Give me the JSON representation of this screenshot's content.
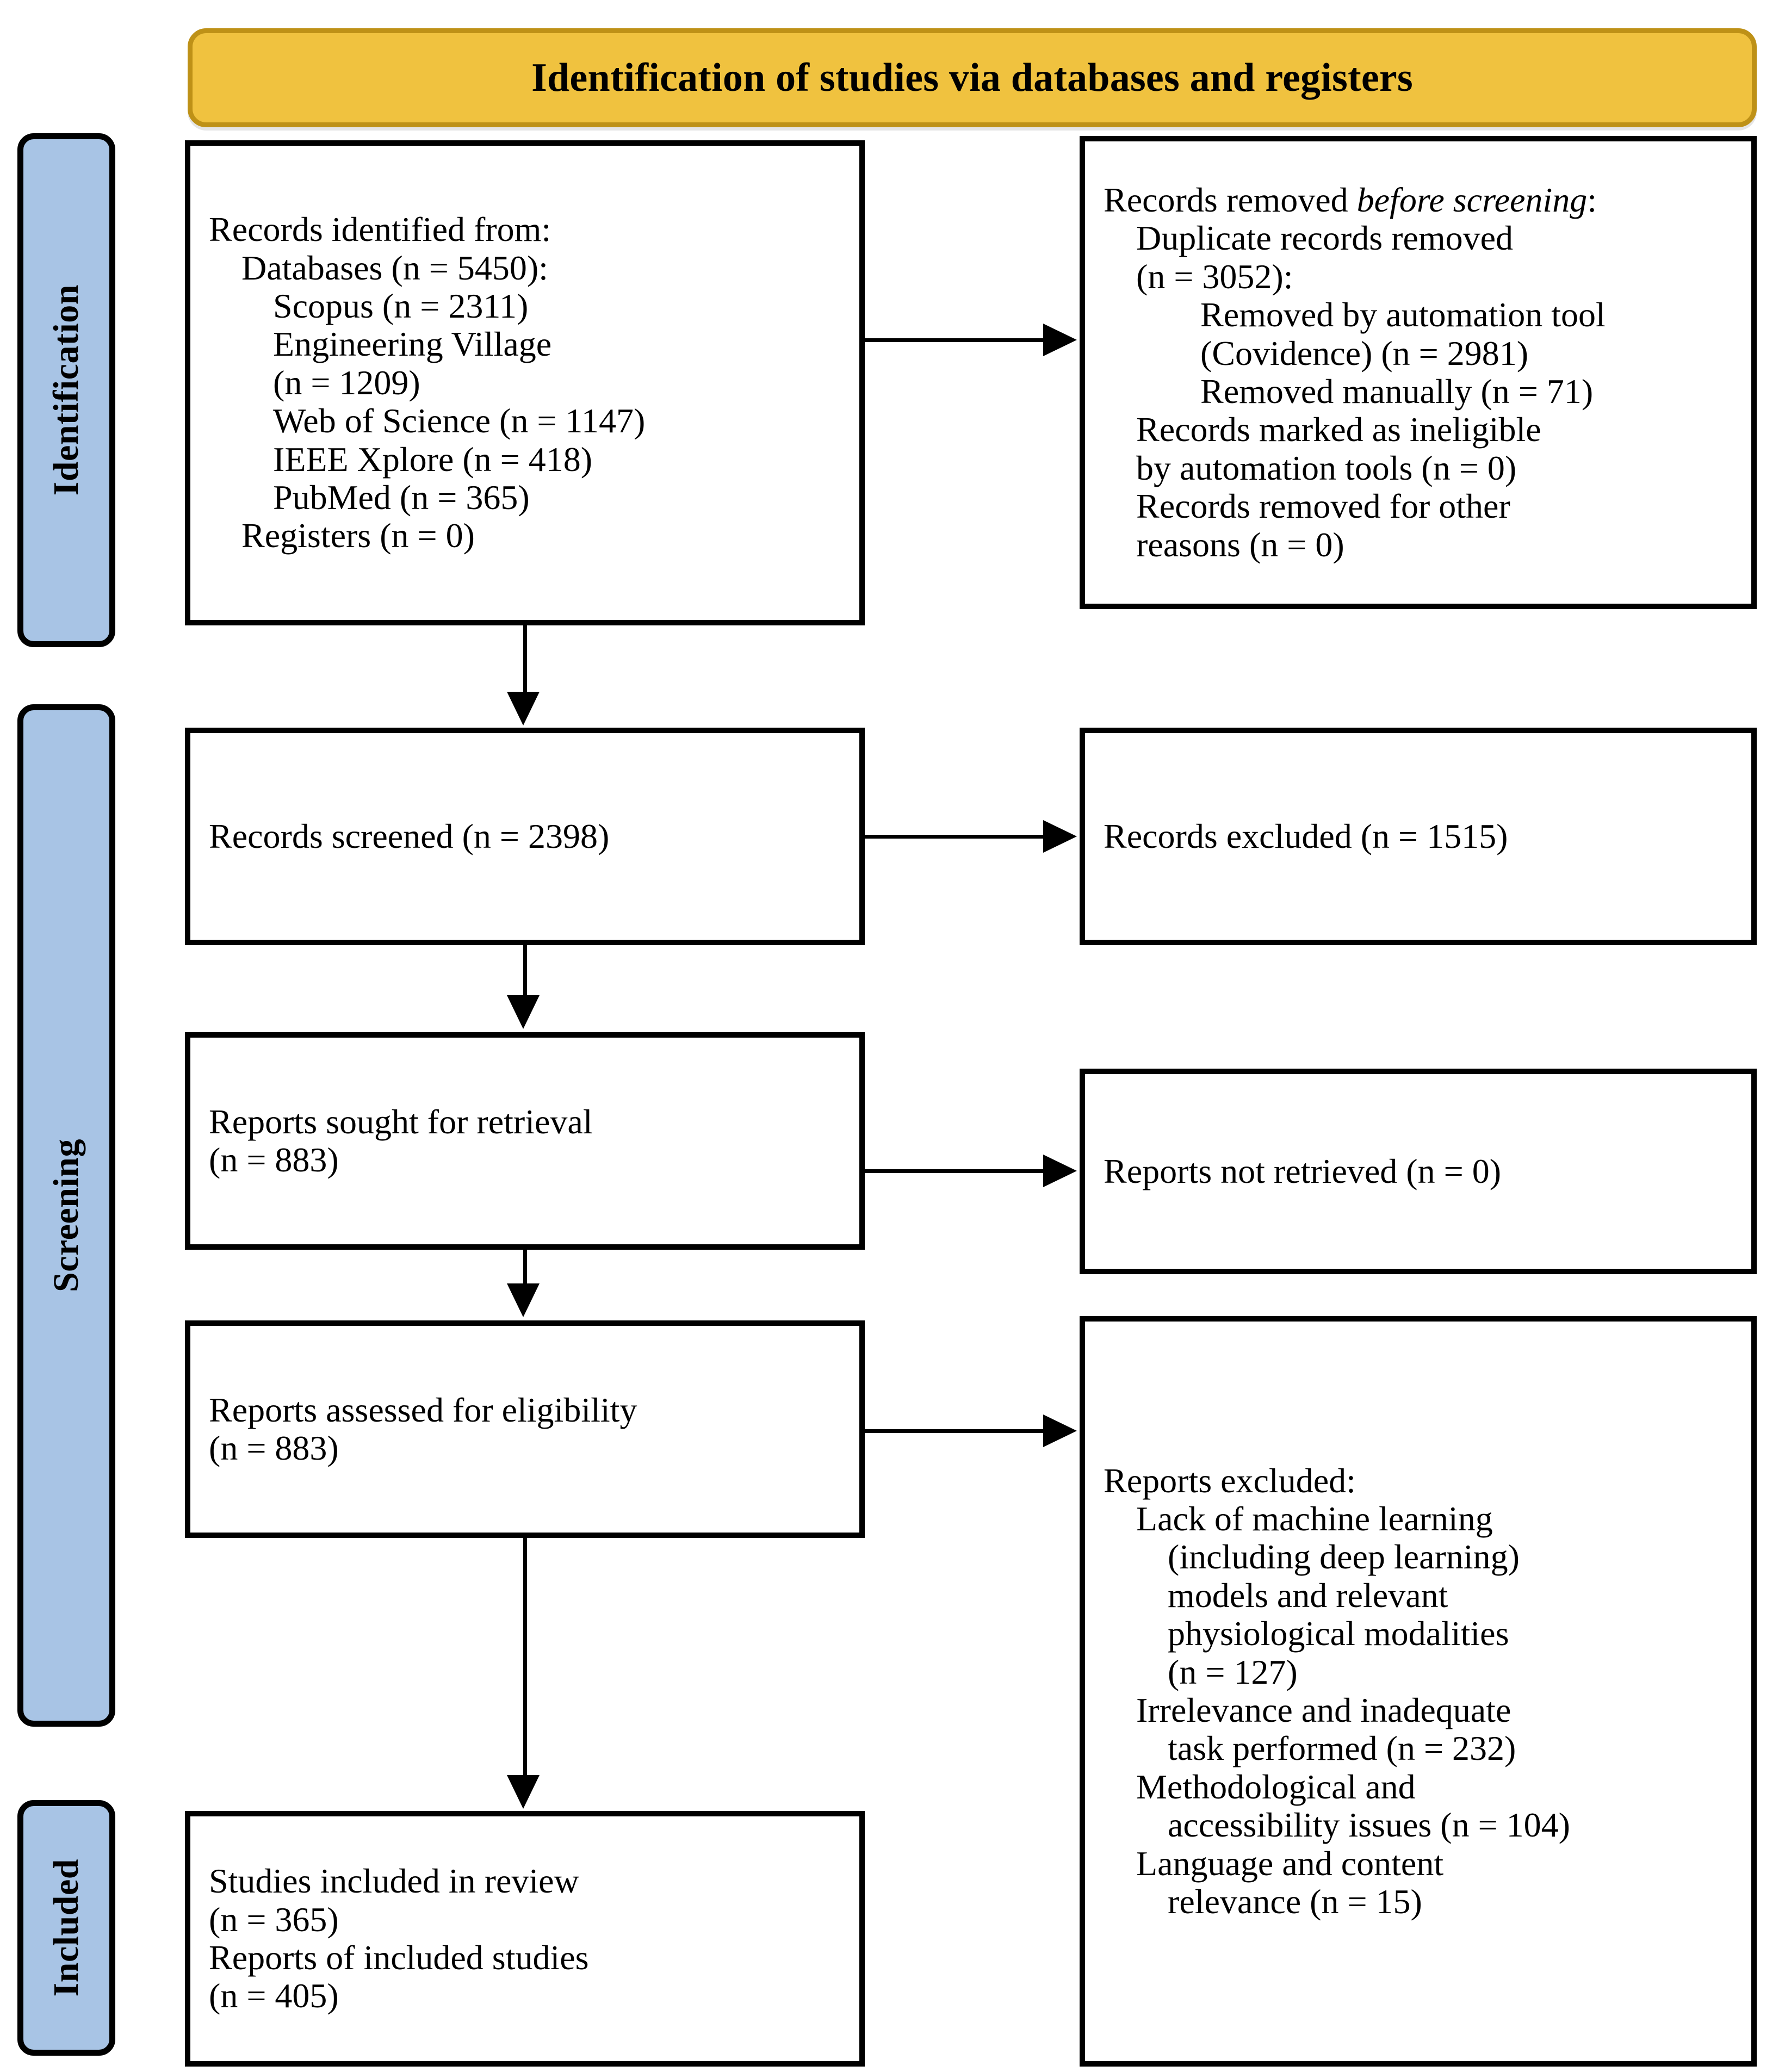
{
  "banner": {
    "title": "Identification of studies via databases and registers"
  },
  "stages": [
    {
      "id": "identification",
      "label": "Identification"
    },
    {
      "id": "screening",
      "label": "Screening"
    },
    {
      "id": "included",
      "label": "Included"
    }
  ],
  "boxes": {
    "identified": {
      "lines": [
        "Records identified from:",
        "Databases (n = 5450):",
        "Scopus (n = 2311)",
        "Engineering Village",
        "(n = 1209)",
        "Web of Science (n = 1147)",
        "IEEE Xplore (n = 418)",
        "PubMed (n = 365)",
        "Registers (n = 0)"
      ]
    },
    "removed": {
      "line1_plain": "Records removed ",
      "line1_italic": "before screening",
      "line1_tail": ":",
      "lines": [
        "Duplicate records removed",
        "(n = 3052):",
        "Removed by automation tool",
        "(Covidence) (n = 2981)",
        "Removed manually (n = 71)",
        "Records marked as ineligible",
        "by automation tools (n = 0)",
        "Records removed for other",
        "reasons (n = 0)"
      ]
    },
    "screened": {
      "line": "Records screened (n = 2398)"
    },
    "excluded": {
      "line": "Records excluded (n = 1515)"
    },
    "sought": {
      "line1": "Reports sought for retrieval",
      "line2": "(n = 883)"
    },
    "not_retrieved": {
      "line": "Reports not retrieved (n = 0)"
    },
    "assessed": {
      "line1": "Reports assessed for eligibility",
      "line2": "(n = 883)"
    },
    "reports_excluded": {
      "heading": "Reports excluded:",
      "lines": [
        "Lack of machine learning",
        "(including deep learning)",
        "models and relevant",
        "physiological modalities",
        "(n = 127)",
        "Irrelevance and inadequate",
        "task performed (n = 232)",
        "Methodological and",
        "accessibility issues (n = 104)",
        "Language and content",
        "relevance (n = 15)"
      ]
    },
    "included": {
      "line1": "Studies included in review",
      "line2": "(n = 365)",
      "line3": "Reports of included studies",
      "line4": "(n = 405)"
    }
  },
  "colors": {
    "banner_fill": "#F0C23F",
    "banner_border": "#BE9117",
    "stage_fill": "#A8C4E5",
    "stroke": "#000000",
    "box_fill": "#FFFFFF"
  },
  "counts": {
    "databases_total": 5450,
    "scopus": 2311,
    "engineering_village": 1209,
    "web_of_science": 1147,
    "ieee_xplore": 418,
    "pubmed": 365,
    "registers": 0,
    "duplicates_removed": 3052,
    "removed_by_automation_covidence": 2981,
    "removed_manually": 71,
    "marked_ineligible_by_automation": 0,
    "removed_other_reasons": 0,
    "records_screened": 2398,
    "records_excluded": 1515,
    "reports_sought": 883,
    "reports_not_retrieved": 0,
    "reports_assessed": 883,
    "excluded_lack_of_ml": 127,
    "excluded_irrelevance": 232,
    "excluded_methodological": 104,
    "excluded_language": 15,
    "studies_included": 365,
    "reports_included": 405
  }
}
